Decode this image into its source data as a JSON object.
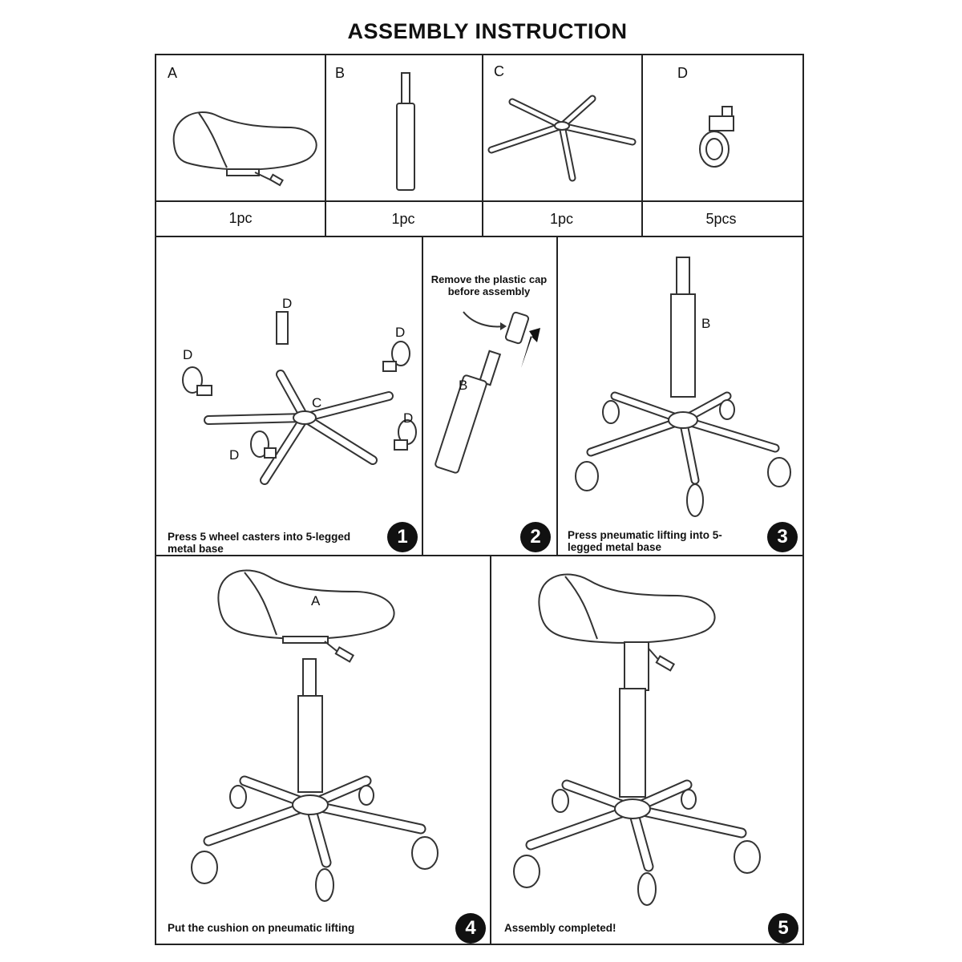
{
  "title": "ASSEMBLY INSTRUCTION",
  "parts": [
    {
      "letter": "A",
      "qty": "1pc",
      "icon": "seat-cushion-icon"
    },
    {
      "letter": "B",
      "qty": "1pc",
      "icon": "gas-cylinder-icon"
    },
    {
      "letter": "C",
      "qty": "1pc",
      "icon": "five-leg-base-icon"
    },
    {
      "letter": "D",
      "qty": "5pcs",
      "icon": "caster-wheel-icon"
    }
  ],
  "steps": [
    {
      "number": "1",
      "caption": "Press 5 wheel casters into 5-legged metal base",
      "labels": {
        "c": "C",
        "d": "D"
      }
    },
    {
      "number": "2",
      "caption": "",
      "note": "Remove the plastic cap before assembly",
      "label_b": "B"
    },
    {
      "number": "3",
      "caption": "Press pneumatic lifting into 5-legged metal base",
      "label_b": "B"
    },
    {
      "number": "4",
      "caption": "Put the cushion on pneumatic lifting",
      "label_a": "A"
    },
    {
      "number": "5",
      "caption": "Assembly completed!"
    }
  ]
}
